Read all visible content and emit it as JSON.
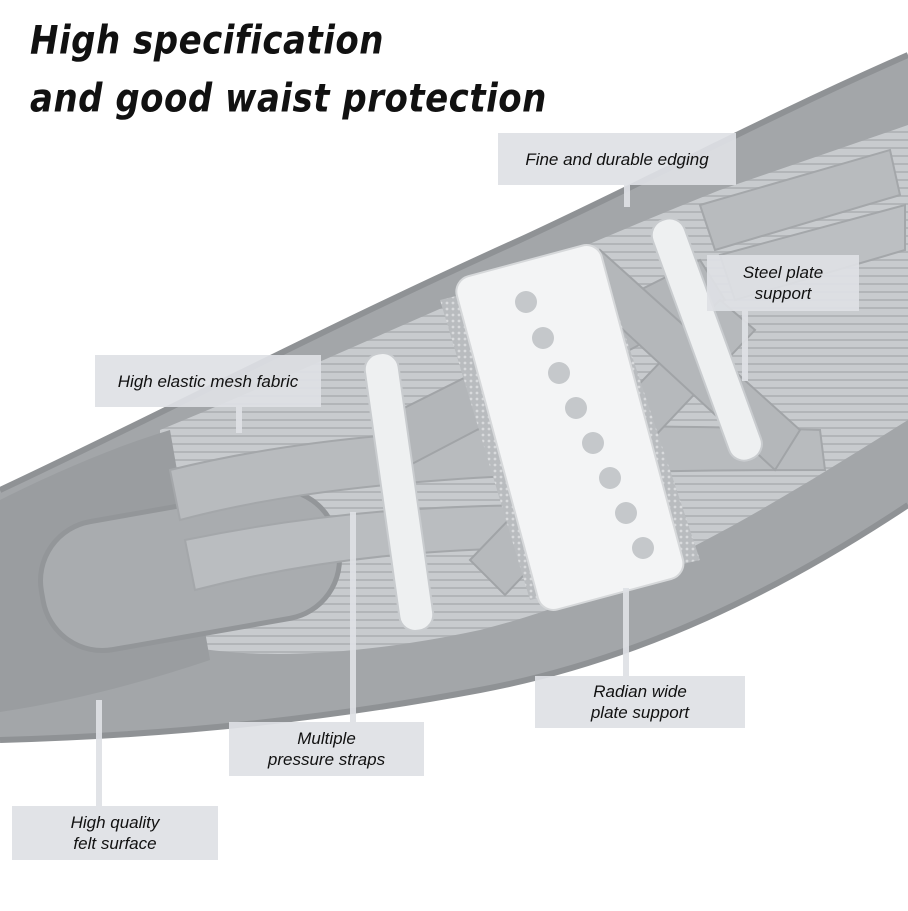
{
  "headline": {
    "line1": "High specification",
    "line2": "and good waist protection"
  },
  "callouts": {
    "edging": {
      "lines": [
        "Fine and durable edging"
      ]
    },
    "steel_plate": {
      "lines": [
        "Steel plate",
        "support"
      ]
    },
    "mesh_fabric": {
      "lines": [
        "High elastic mesh fabric"
      ]
    },
    "wide_plate": {
      "lines": [
        "Radian wide",
        "plate support"
      ]
    },
    "straps": {
      "lines": [
        "Multiple",
        "pressure straps"
      ]
    },
    "felt_surface": {
      "lines": [
        "High quality",
        "felt surface"
      ]
    }
  },
  "colors": {
    "belt_gray": "#9fa2a5",
    "strap_gray": "#b6b9bc",
    "plate_white": "#f2f3f4",
    "callout_bg": "#dee1e5"
  }
}
